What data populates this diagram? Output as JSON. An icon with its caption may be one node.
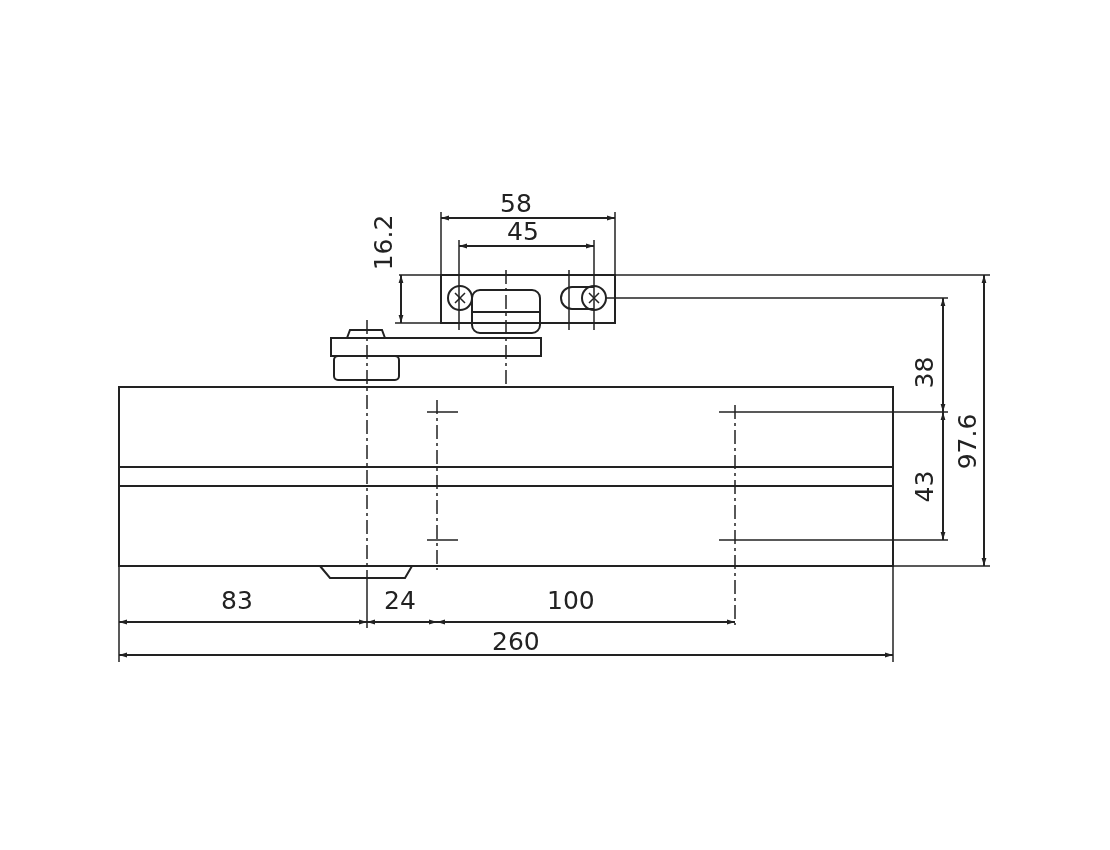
{
  "diagram": {
    "labels": [
      "58",
      "45",
      "16.2",
      "38",
      "97.6",
      "43",
      "83",
      "24",
      "100",
      "260"
    ]
  }
}
